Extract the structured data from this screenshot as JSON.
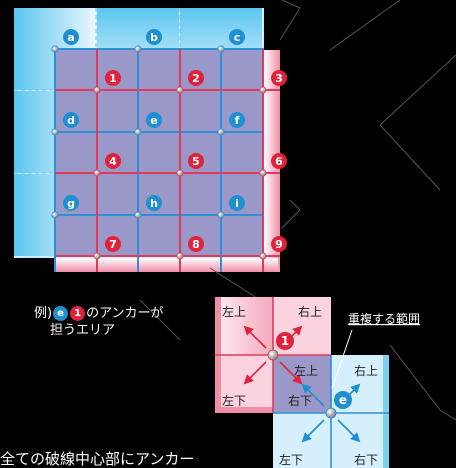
{
  "main_grid": {
    "blue_labels": [
      "a",
      "b",
      "c",
      "d",
      "e",
      "f",
      "g",
      "h",
      "i"
    ],
    "red_labels": [
      "1",
      "2",
      "3",
      "4",
      "5",
      "6",
      "7",
      "8",
      "9"
    ]
  },
  "example_caption": {
    "prefix": "例)",
    "badge_blue": "e",
    "badge_red": "1",
    "suffix": "のアンカーが",
    "line2": "担うエリア"
  },
  "detail": {
    "overlap_label": "重複する範囲",
    "red_anchor": "1",
    "blue_anchor": "e",
    "quadrants_red": [
      "左上",
      "右上",
      "左下",
      "右下"
    ],
    "quadrants_blue": [
      "左上",
      "右上",
      "左下",
      "右下"
    ]
  },
  "bottom_caption": "全ての破線中心部にアンカー",
  "colors": {
    "blue_badge": "#1e8fd0",
    "red_badge": "#e0223a",
    "purple_fill": "#9a98c8"
  }
}
